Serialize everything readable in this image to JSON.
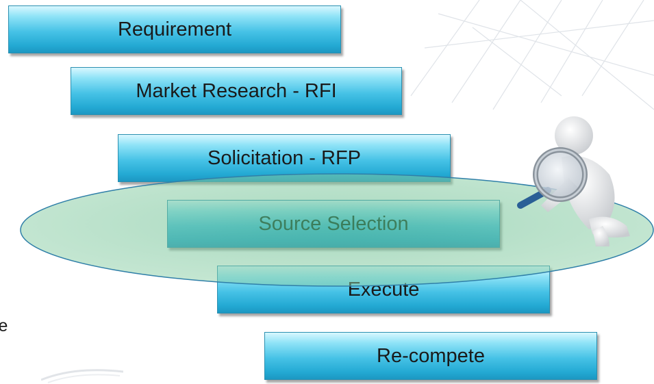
{
  "steps": [
    {
      "label": "Requirement"
    },
    {
      "label": "Market Research - RFI"
    },
    {
      "label": "Solicitation - RFP"
    },
    {
      "label": "Source Selection"
    },
    {
      "label": "Execute"
    },
    {
      "label": "Re-compete"
    }
  ],
  "side_text": "le",
  "colors": {
    "step_fill": "#3fbde4",
    "step_border": "#2a8fb0",
    "highlight_ellipse": "#7fc8a0",
    "highlight_border": "#2f7fa8"
  },
  "icons": [
    "magnifier-person-icon"
  ]
}
